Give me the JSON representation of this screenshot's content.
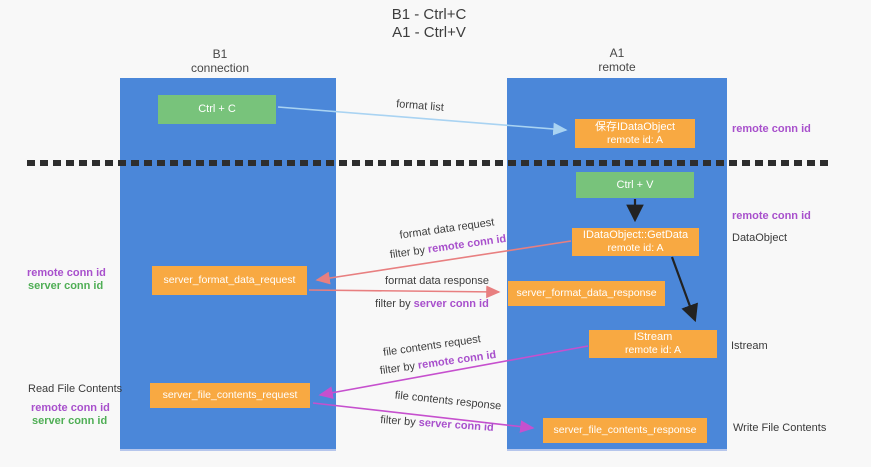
{
  "title": {
    "line1": "B1 - Ctrl+C",
    "line2": "A1 - Ctrl+V"
  },
  "lanes": {
    "b1": {
      "name": "B1",
      "subtitle": "connection"
    },
    "a1": {
      "name": "A1",
      "subtitle": "remote"
    }
  },
  "nodes": {
    "ctrl_c": {
      "label": "Ctrl + C"
    },
    "save_idataobject": {
      "line1": "保存IDataObject",
      "line2": "remote id: A"
    },
    "ctrl_v": {
      "label": "Ctrl + V"
    },
    "getdata": {
      "line1": "IDataObject::GetData",
      "line2": "remote id: A"
    },
    "format_request": {
      "label": "server_format_data_request"
    },
    "format_response": {
      "label": "server_format_data_response"
    },
    "istream": {
      "line1": "IStream",
      "line2": "remote id: A"
    },
    "file_request": {
      "label": "server_file_contents_request"
    },
    "file_response": {
      "label": "server_file_contents_response"
    }
  },
  "flow_labels": {
    "format_list": "format list",
    "format_data_request": "format data request",
    "filter_format_request": {
      "prefix": "filter by",
      "key": "remote conn id"
    },
    "format_data_response": "format data response",
    "filter_format_response": {
      "prefix": "filter by",
      "key": "server conn id"
    },
    "file_contents_request": "file contents request",
    "filter_file_request": {
      "prefix": "filter by",
      "key": "remote conn id"
    },
    "file_contents_response": "file contents response",
    "filter_file_response": {
      "prefix": "filter by",
      "key": "server conn id"
    }
  },
  "side_labels": {
    "right_remote_conn_id_1": "remote conn id",
    "right_remote_conn_id_2": "remote conn id",
    "dataobject": "DataObject",
    "istream": "Istream",
    "write_file_contents": "Write File Contents",
    "left_remote_conn_id_1": "remote conn id",
    "left_server_conn_id_1": "server conn id",
    "read_file_contents": "Read File Contents",
    "left_remote_conn_id_2": "remote conn id",
    "left_server_conn_id_2": "server conn id"
  },
  "colors": {
    "page_bg": "#f8f8f8",
    "lane_blue": "#4b87d9",
    "lane_edge": "#b6c6ec",
    "box_orange": "#f8a942",
    "box_green": "#78c37b",
    "arrow_blue": "#a9d3f2",
    "arrow_red": "#e87f80",
    "arrow_magenta": "#c650ce",
    "arrow_black": "#222222",
    "text_dark": "#3d3d3d",
    "purple_text": "#a850cc",
    "green_text": "#4fae55",
    "dash_color": "#2e2e2e"
  }
}
